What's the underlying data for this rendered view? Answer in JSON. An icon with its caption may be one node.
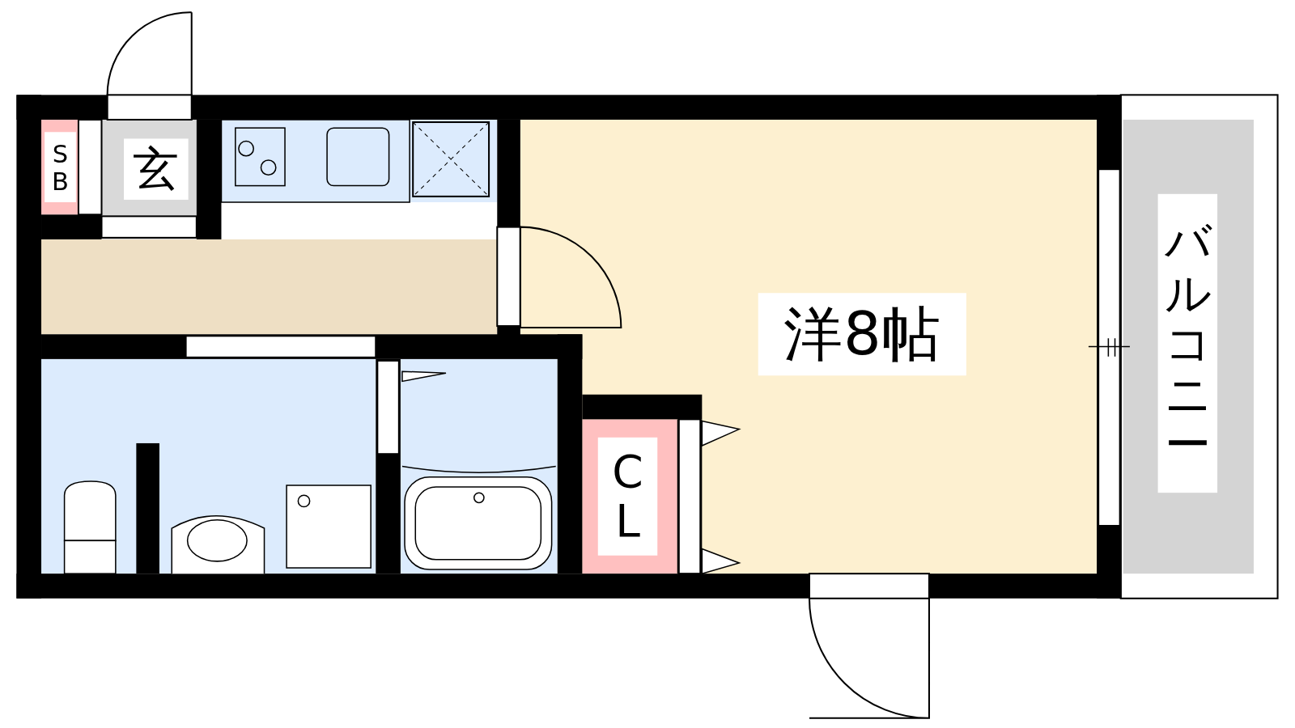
{
  "diagram": {
    "nodes": [
      {
        "text": [
          "SB"
        ]
      },
      {
        "text": [
          "玄"
        ]
      },
      {
        "text": [
          "洋8帖"
        ]
      },
      {
        "text": [
          "CL"
        ]
      },
      {
        "text": [
          "バルコニー"
        ]
      }
    ]
  }
}
